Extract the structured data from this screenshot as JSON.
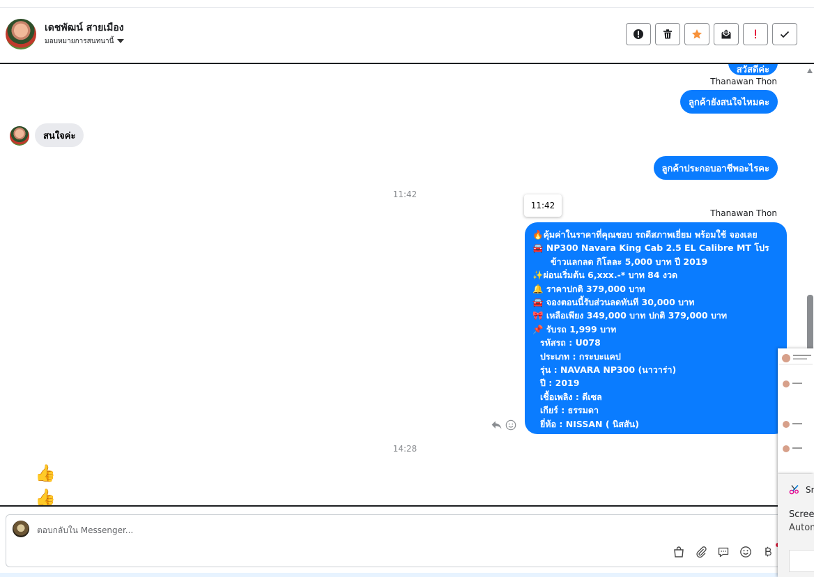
{
  "header": {
    "name": "เดชพัฒน์ สายเมือง",
    "assign_label": "มอบหมายการสนทนานี้"
  },
  "toolbar": {
    "buttons": [
      {
        "icon": "alert-circle-icon"
      },
      {
        "icon": "trash-icon"
      },
      {
        "icon": "star-icon",
        "color": "#f7923b"
      },
      {
        "icon": "mark-unread-icon"
      },
      {
        "icon": "exclamation-icon",
        "color": "#e41e3f"
      },
      {
        "icon": "checkmark-icon"
      }
    ]
  },
  "messages": {
    "partial_top": "สวัสดีค่ะ",
    "sender1": "Thanawan Thon",
    "out1": "ลูกค้ายังสนใจไหมคะ",
    "in1": "สนใจค่ะ",
    "out2": "ลูกค้าประกอบอาชีพอะไรคะ",
    "time1": "11:42",
    "tooltip": "11:42",
    "sender2": "Thanawan Thon",
    "big_lines": [
      "🔥คุ้มค่าในราคาที่คุณชอบ รถดีสภาพเยี่ยม  พร้อมใช้ จองเลย",
      "🚘 NP300 Navara King Cab 2.5 EL Calibre MT โปร",
      "ข้าวแลกลด กิโลละ 5,000 บาท ปี 2019",
      "✨ผ่อนเริ่มต้น 6,xxx.-* บาท 84 งวด",
      "🔔  ราคาปกติ 379,000 บาท",
      "🚘 จองตอนนี้รับส่วนลดทันที 30,000 บาท",
      "🎀  เหลือเพียง 349,000 บาท ปกติ 379,000 บาท",
      "📌 รับรถ 1,999 บาท",
      "รหัสรถ : U078",
      "ประเภท : กระบะแคป",
      "รุ่น : NAVARA NP300 (นาวาร่า)",
      "ปี : 2019",
      "เชื้อเพลิง : ดีเซล",
      "เกียร์ : ธรรมดา",
      "ยี่ห้อ : NISSAN ( นิสสัน)"
    ],
    "time2": "14:28",
    "thumb1": "👍",
    "thumb2": "👍"
  },
  "composer": {
    "placeholder": "ตอบกลับใน Messenger..."
  },
  "notification": {
    "title": "Sn",
    "line1": "Screer",
    "line2": "Autom"
  }
}
